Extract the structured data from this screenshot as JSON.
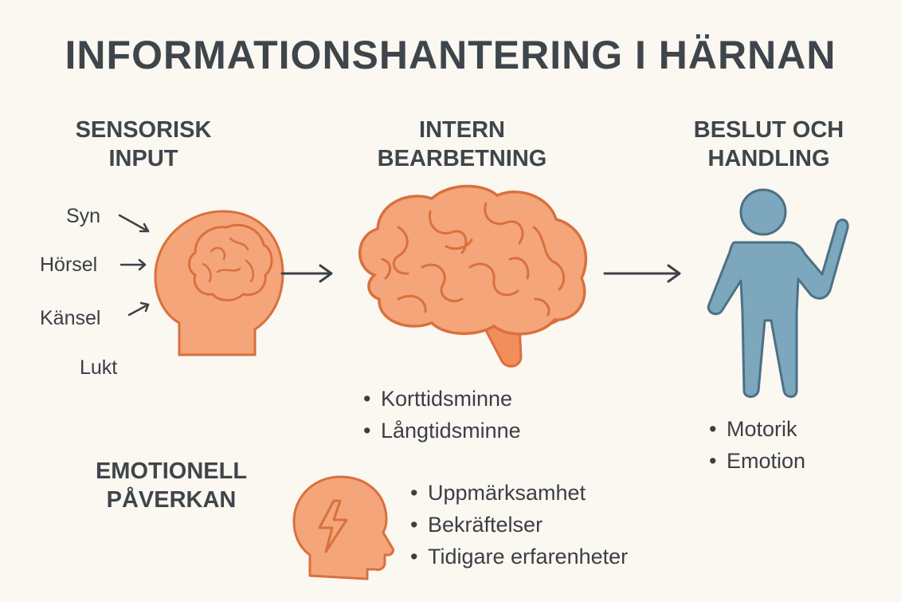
{
  "title": "INFORMATIONSHANTERING I HÄRNAN",
  "sections": {
    "sensory": {
      "heading": [
        "SENSORISK",
        "INPUT"
      ],
      "inputs": [
        "Syn",
        "Hörsel",
        "Känsel",
        "Lukt"
      ],
      "icon": "head-with-brain-icon"
    },
    "processing": {
      "heading": [
        "INTERN",
        "BEARBETNING"
      ],
      "items": [
        "Korttidsminne",
        "Långtidsminne"
      ],
      "icon": "brain-icon"
    },
    "action": {
      "heading": [
        "BESLUT OCH",
        "HANDLING"
      ],
      "items": [
        "Motorik",
        "Emotion"
      ],
      "icon": "person-waving-icon"
    },
    "emotional": {
      "heading": [
        "EMOTIONELL",
        "PÅVERKAN"
      ],
      "items": [
        "Uppmärksamhet",
        "Bekräftelser",
        "Tidigare erfarenheter"
      ],
      "icon": "head-lightning-icon"
    }
  },
  "colors": {
    "background": "#fbf7f1",
    "brain_fill": "#f4a67a",
    "brain_stroke": "#d9703e",
    "person_fill": "#7da7bd",
    "person_stroke": "#4b7186",
    "text": "#3c4247"
  }
}
